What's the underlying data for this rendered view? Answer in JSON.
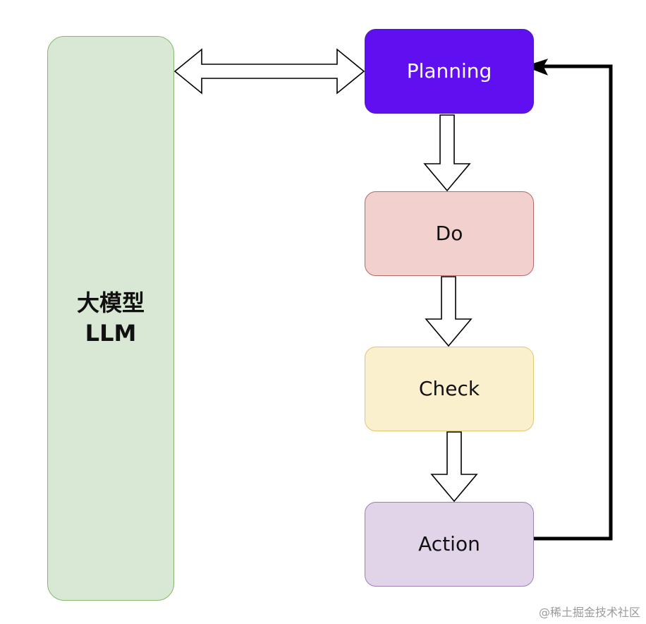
{
  "diagram": {
    "llm_box": {
      "label": "大模型\nLLM",
      "fill": "#d8e8d4",
      "stroke": "#87b86e"
    },
    "nodes": [
      {
        "id": "planning",
        "label": "Planning",
        "fill": "#6010f0",
        "text_color": "#ffffff"
      },
      {
        "id": "do",
        "label": "Do",
        "fill": "#f2d0ce"
      },
      {
        "id": "check",
        "label": "Check",
        "fill": "#fbf0cd"
      },
      {
        "id": "action",
        "label": "Action",
        "fill": "#e1d4e9"
      }
    ],
    "edges": [
      {
        "from": "llm",
        "to": "planning",
        "style": "hollow-double-arrow"
      },
      {
        "from": "planning",
        "to": "do",
        "style": "hollow-arrow"
      },
      {
        "from": "do",
        "to": "check",
        "style": "hollow-arrow"
      },
      {
        "from": "check",
        "to": "action",
        "style": "hollow-arrow"
      },
      {
        "from": "action",
        "to": "planning",
        "style": "solid-feedback-arrow"
      }
    ]
  },
  "watermark": "@稀土掘金技术社区"
}
